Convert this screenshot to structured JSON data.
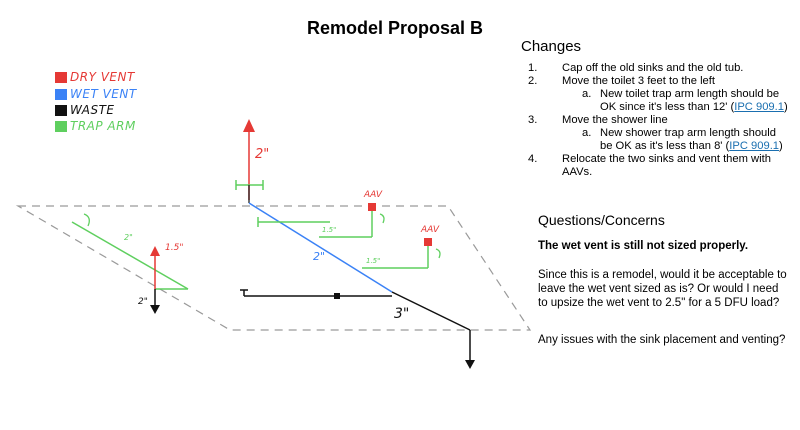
{
  "title": "Remodel Proposal B",
  "legend": [
    {
      "label": "DRY VENT",
      "color": "#e53935"
    },
    {
      "label": "WET VENT",
      "color": "#3b82f6"
    },
    {
      "label": "WASTE",
      "color": "#111111"
    },
    {
      "label": "TRAP ARM",
      "color": "#5fcf5f"
    }
  ],
  "diagram_labels": {
    "dry_vent_size": "2\"",
    "wet_vent_size": "2\"",
    "toilet_drain_size": "3\"",
    "shower_trap_arm": "2\"",
    "shower_vent": "1.5\"",
    "shower_drain": "2\"",
    "sink_arm_1": "1.5\"",
    "sink_arm_2": "1.5\"",
    "aav_1": "AAV",
    "aav_2": "AAV"
  },
  "changes": {
    "heading": "Changes",
    "items": [
      {
        "num": "1.",
        "text": "Cap off the old sinks and the old tub."
      },
      {
        "num": "2.",
        "text": "Move the toilet 3 feet to the left",
        "sub": {
          "num": "a.",
          "text": "New toilet trap arm length should be OK since it's less than 12' (",
          "link": "IPC 909.1",
          "after": ")"
        }
      },
      {
        "num": "3.",
        "text": "Move the shower line",
        "sub": {
          "num": "a.",
          "text": "New shower trap arm length should be OK as it's less than 8' (",
          "link": "IPC 909.1",
          "after": ")"
        }
      },
      {
        "num": "4.",
        "text": "Relocate the two sinks and vent them with AAVs."
      }
    ]
  },
  "questions": {
    "heading": "Questions/Concerns",
    "bold": "The wet vent is still not sized properly.",
    "p1": "Since this is a remodel, would it be acceptable to leave the wet vent sized as is? Or would I need to upsize the wet vent to 2.5\" for a 5 DFU load?",
    "p2": "Any issues with the sink placement and venting?"
  }
}
